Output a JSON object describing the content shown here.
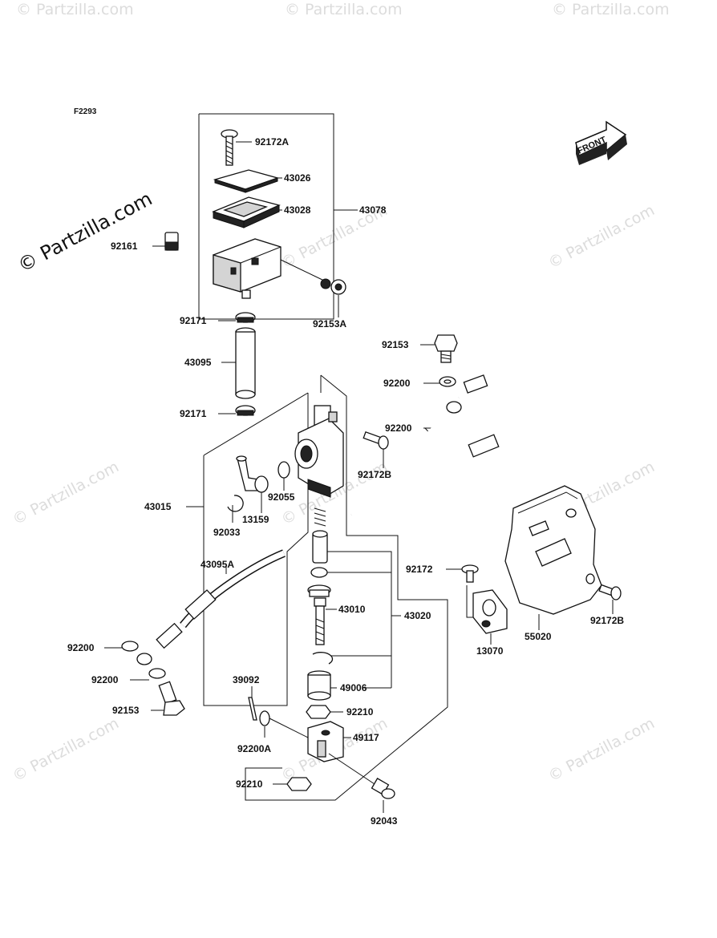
{
  "figure_id": "F2293",
  "watermark": "© Partzilla.com",
  "front_badge": "FRONT",
  "callouts": {
    "p92172A": "92172A",
    "p43026": "43026",
    "p43028": "43028",
    "p43078": "43078",
    "p92161": "92161",
    "p92153A": "92153A",
    "p92171a": "92171",
    "p43095": "43095",
    "p92171b": "92171",
    "p92153a": "92153",
    "p92200a": "92200",
    "p92200b": "92200",
    "p92172B": "92172B",
    "p43015": "43015",
    "p13159": "13159",
    "p92055": "92055",
    "p92033": "92033",
    "p43095A": "43095A",
    "p92172": "92172",
    "p43010": "43010",
    "p43020": "43020",
    "p92172Bb": "92172B",
    "p13070": "13070",
    "p55020": "55020",
    "p92200c": "92200",
    "p92200d": "92200",
    "p92153b": "92153",
    "p39092": "39092",
    "p49006": "49006",
    "p92210a": "92210",
    "p49117": "49117",
    "p92200A": "92200A",
    "p92210b": "92210",
    "p92043": "92043"
  }
}
